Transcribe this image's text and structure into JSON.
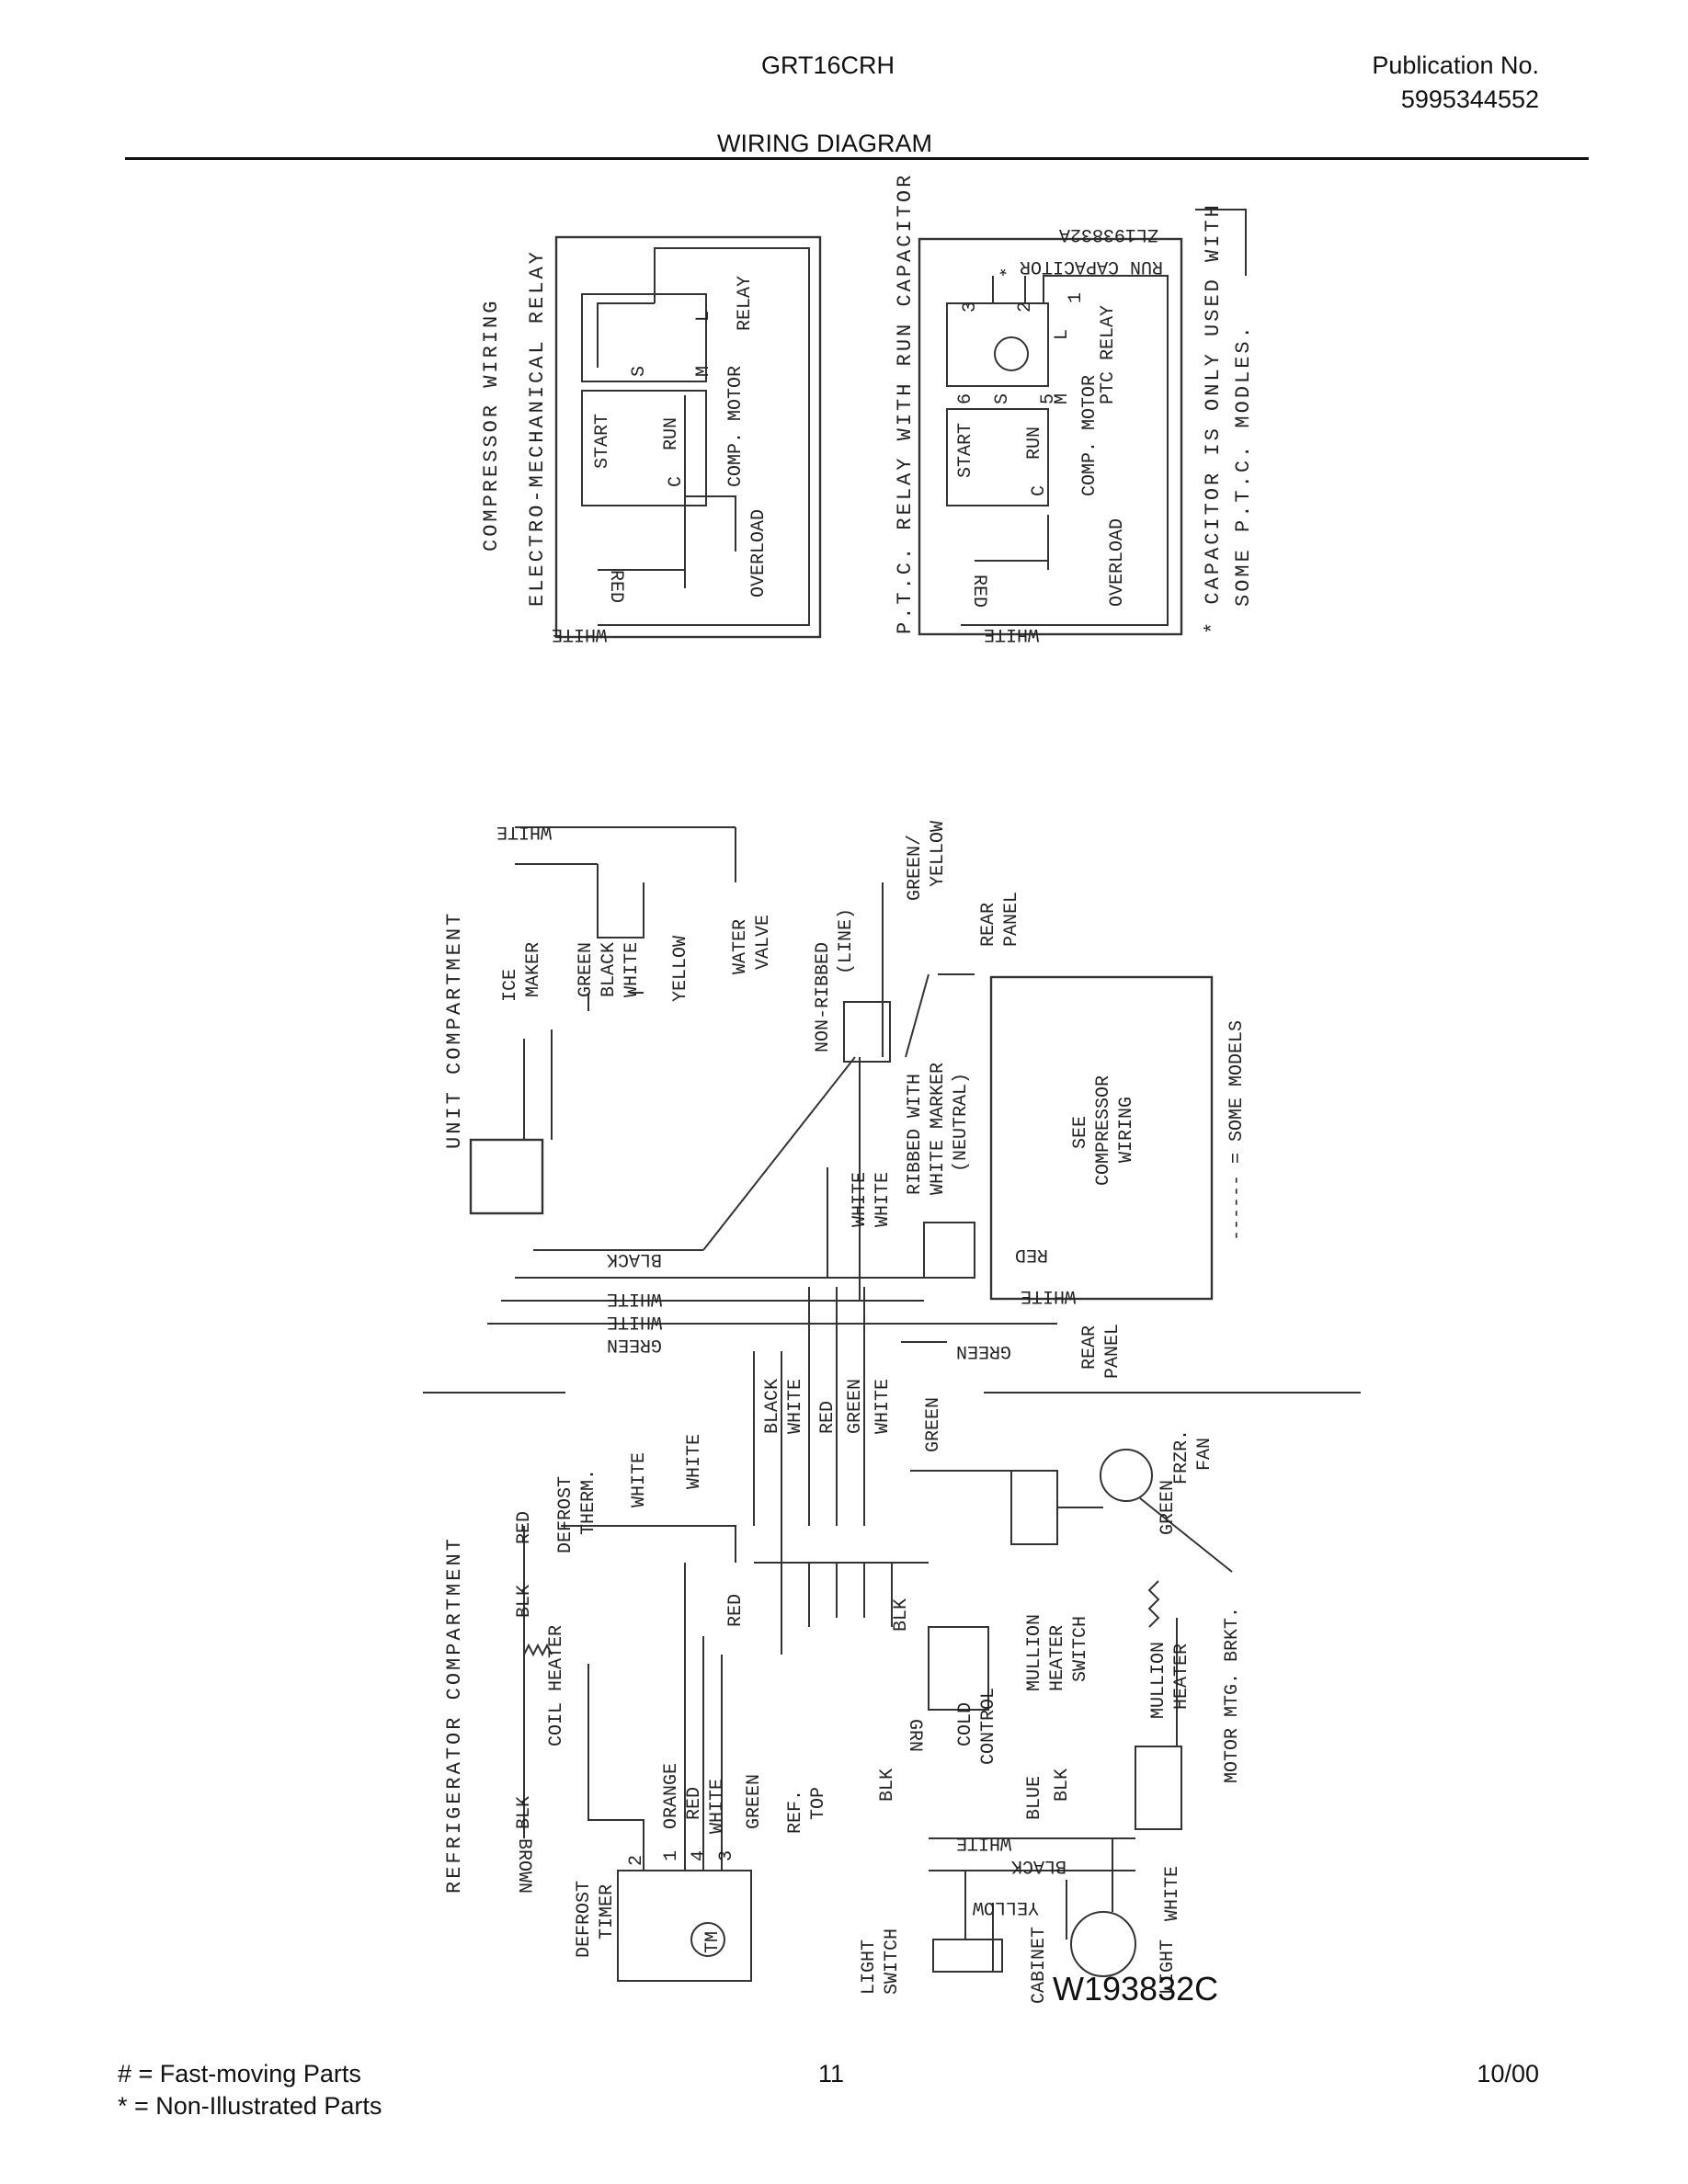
{
  "header": {
    "model": "GRT16CRH",
    "publication_label": "Publication No.",
    "publication_number": "5995344552",
    "title": "WIRING DIAGRAM"
  },
  "footer": {
    "legend_fast": "#  =  Fast-moving Parts",
    "legend_non": "*   =  Non-Illustrated Parts",
    "page": "11",
    "date": "10/00"
  },
  "diagram_code": "W193832C",
  "compressor": {
    "heading": "COMPRESSOR WIRING",
    "emr_title": "ELECTRO-MECHANICAL RELAY",
    "ptc_title": "P.T.C. RELAY WITH RUN CAPACITOR",
    "start": "START",
    "run": "RUN",
    "c": "C",
    "s": "S",
    "m": "M",
    "l": "L",
    "comp_motor": "COMP. MOTOR",
    "relay": "RELAY",
    "overload": "OVERLOAD",
    "red": "RED",
    "white": "WHITE",
    "ptc_relay": "PTC RELAY",
    "run_capacitor": "RUN CAPACITOR *",
    "part_no": "ZL193832A",
    "n1": "1",
    "n2": "2",
    "n3": "3",
    "n5": "5",
    "n6": "6",
    "note1": "* CAPACITOR IS ONLY USED WITH",
    "note2": "SOME P.T.C. MODLES."
  },
  "unit": {
    "heading": "UNIT COMPARTMENT",
    "ice": "ICE",
    "maker": "MAKER",
    "green": "GREEN",
    "black": "BLACK",
    "white": "WHITE",
    "yellow": "YELLOW",
    "water": "WATER",
    "valve": "VALVE",
    "non_ribbed": "NON-RIBBED",
    "line": "(LINE)",
    "green_yellow1": "GREEN/",
    "green_yellow2": "YELLOW",
    "rear": "REAR",
    "panel": "PANEL",
    "ribbed1": "RIBBED WITH",
    "ribbed2": "WHITE MARKER",
    "neutral": "(NEUTRAL)",
    "see": "SEE",
    "compressor": "COMPRESSOR",
    "wiring": "WIRING",
    "some_models": "------ = SOME MODELS",
    "red": "RED"
  },
  "refrig": {
    "heading": "REFRIGERATOR COMPARTMENT",
    "red": "RED",
    "defrost_therm1": "DEFROST",
    "defrost_therm2": "THERM.",
    "white": "WHITE",
    "blk": "BLK",
    "coil_heater": "COIL HEATER",
    "brown": "BROWN",
    "defrost_timer1": "DEFROST",
    "defrost_timer2": "TIMER",
    "tm": "TM",
    "orange": "ORANGE",
    "green": "GREEN",
    "black": "BLACK",
    "yellow": "YELLOW",
    "blue": "BLUE",
    "grn": "GRN",
    "n1": "1",
    "n2": "2",
    "n3": "3",
    "n4": "4",
    "ref_top1": "REF.",
    "ref_top2": "TOP",
    "cold1": "COLD",
    "cold2": "CONTROL",
    "mullion_sw1": "MULLION",
    "mullion_sw2": "HEATER",
    "mullion_sw3": "SWITCH",
    "mullion_h1": "MULLION",
    "mullion_h2": "HEATER",
    "motor_brkt": "MOTOR MTG. BRKT.",
    "frzr": "FRZR.",
    "fan": "FAN",
    "light_switch1": "LIGHT",
    "light_switch2": "SWITCH",
    "cabinet": "CABINET",
    "light": "LIGHT"
  }
}
